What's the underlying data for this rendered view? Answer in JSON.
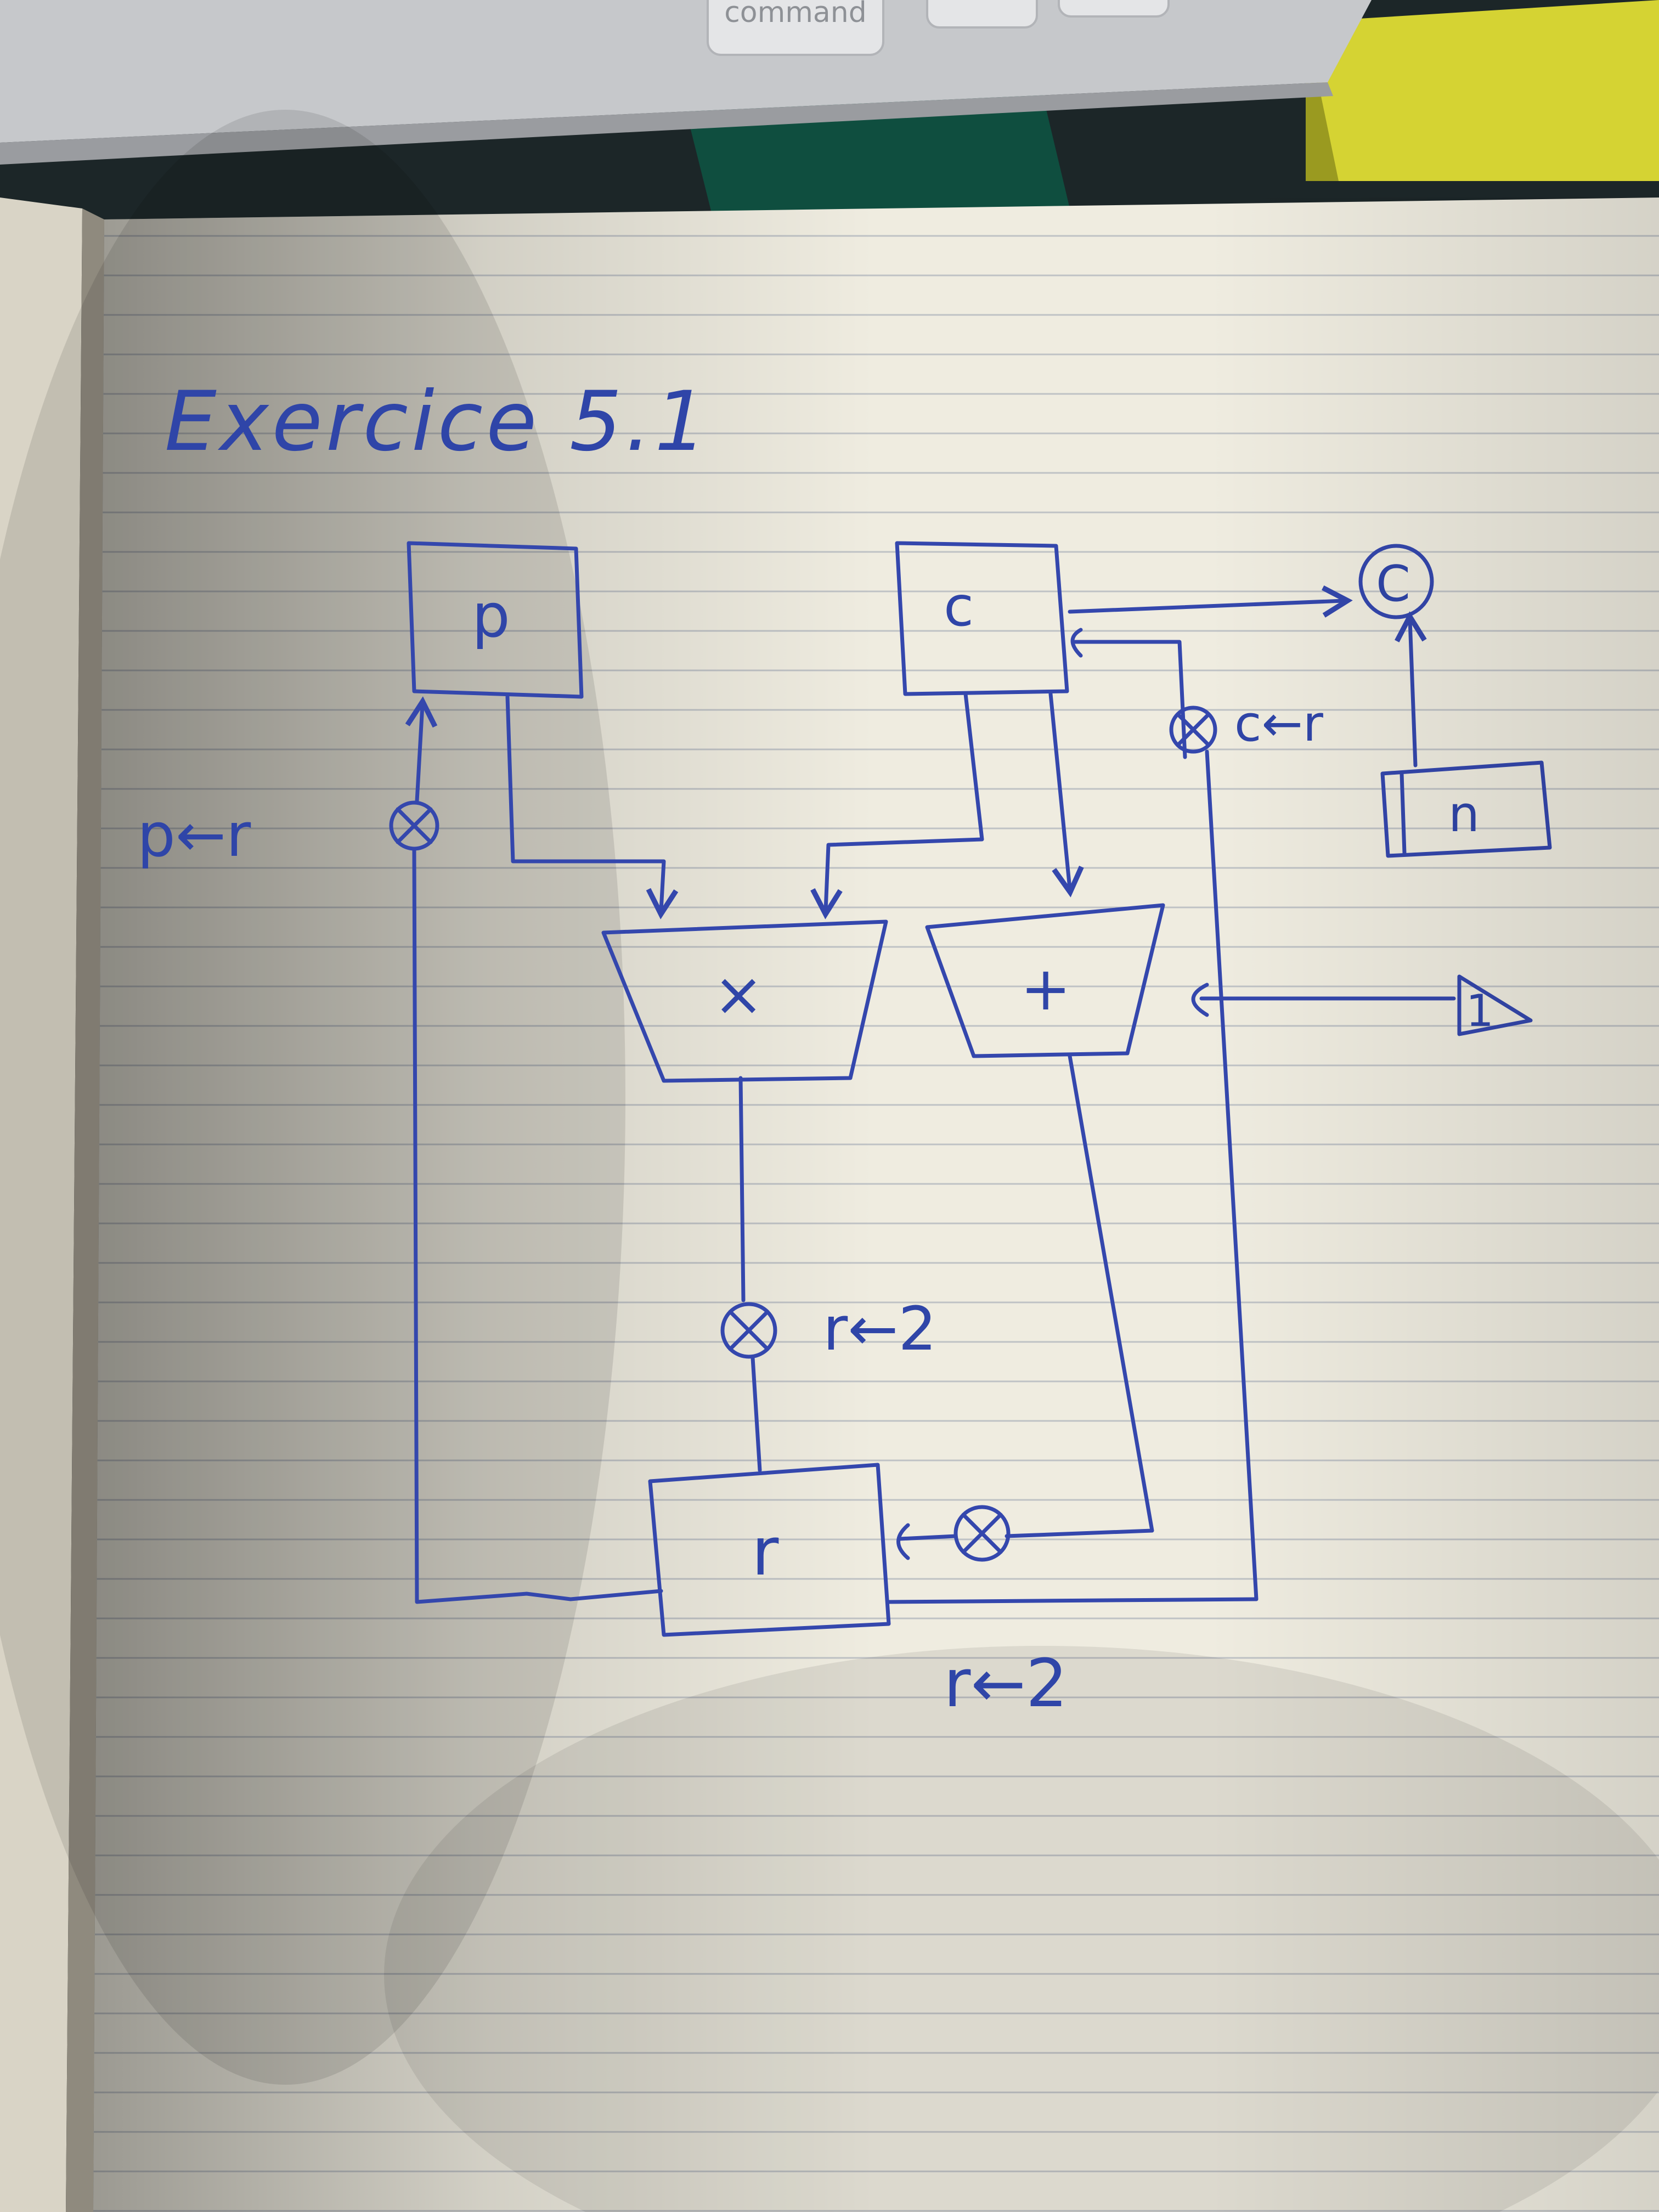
{
  "keyboard": {
    "key_label": "command"
  },
  "notebook": {
    "heading": "Exercice 5.1"
  },
  "diagram": {
    "register_p": "p",
    "register_c": "c",
    "register_r": "r",
    "register_n": "n",
    "multiplier_op": "×",
    "adder_op": "+",
    "constant_one": "1",
    "assign_p": "p←r",
    "assign_c": "c←r",
    "assign_r_mid": "r←2",
    "assign_r_bottom": "r←2"
  },
  "colors": {
    "ink": "#3447ad",
    "paper": "#efece0",
    "ruling": "#b8bcc0",
    "keyboard": "#c9cbce",
    "yellow": "#d9d632"
  }
}
